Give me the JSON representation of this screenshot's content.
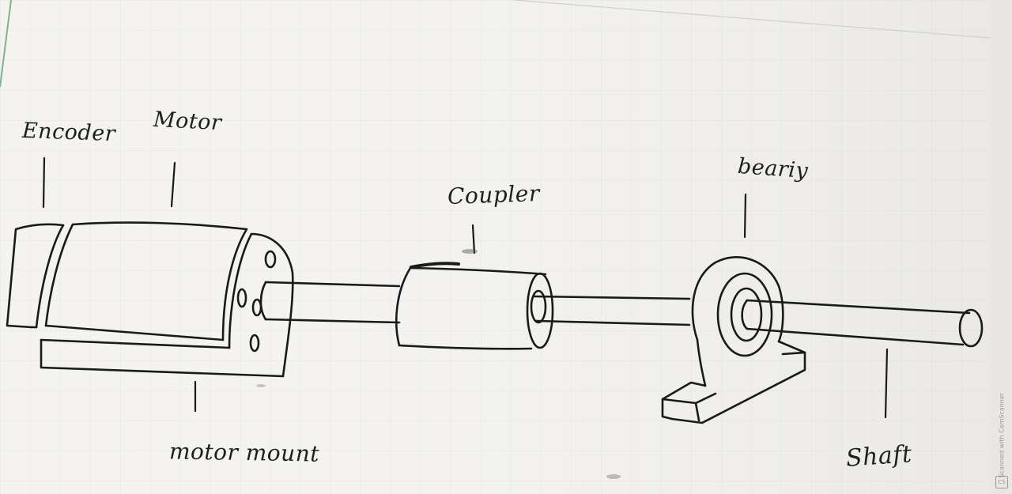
{
  "diagram": {
    "labels": {
      "encoder": "Encoder",
      "motor": "Motor",
      "coupler": "Coupler",
      "bearing": "beariy",
      "motor_mount": "motor mount",
      "shaft": "Shaft"
    },
    "watermark": {
      "text": "Scanned with CamScanner",
      "logo": "CS"
    },
    "colors": {
      "paper": "#f4f3f0",
      "ink": "#1a1a1a",
      "grid": "#e2e4e6",
      "margin_line": "#7fb38f"
    }
  }
}
